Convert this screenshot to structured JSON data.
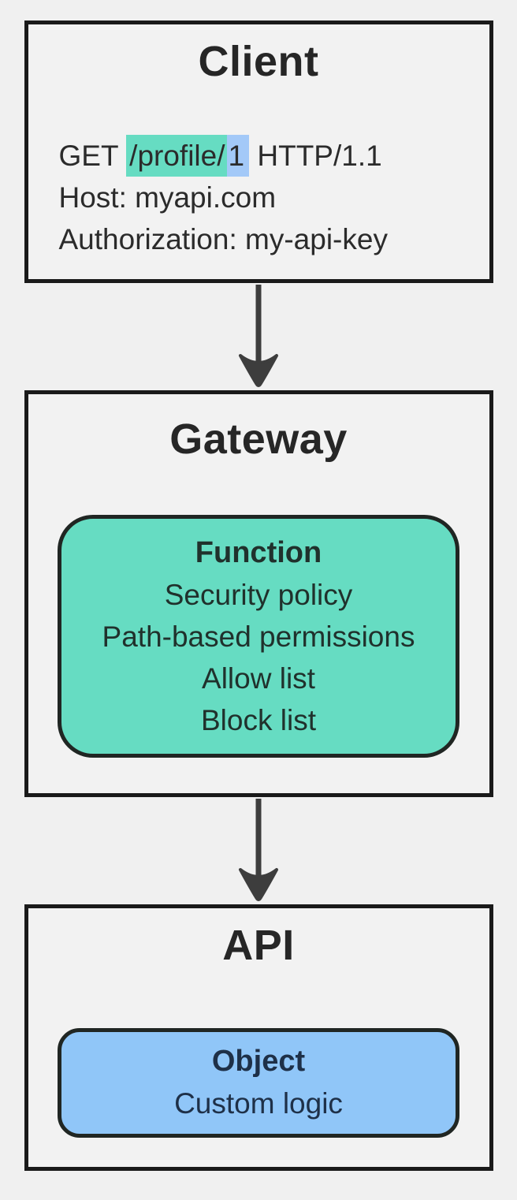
{
  "diagram": {
    "type": "flow",
    "direction": "top-down",
    "flow_order": [
      "Client",
      "Gateway",
      "API"
    ]
  },
  "client": {
    "title": "Client",
    "request": {
      "method": "GET ",
      "path": "/profile/",
      "resource_id": "1",
      "protocol": " HTTP/1.1"
    },
    "host_line": "Host: myapi.com",
    "authorization_line": "Authorization: my-api-key"
  },
  "gateway": {
    "title": "Gateway",
    "card": {
      "title": "Function",
      "items": [
        "Security policy",
        "Path-based permissions",
        "Allow list",
        "Block list"
      ]
    }
  },
  "api": {
    "title": "API",
    "card": {
      "title": "Object",
      "items": [
        "Custom logic"
      ]
    }
  },
  "colors": {
    "background": "#f0f0f0",
    "node_fill": "#f2f2f2",
    "node_border": "#1a1a1a",
    "teal_highlight": "#66dcc2",
    "blue_highlight": "#a3c9f8",
    "teal_card_fill": "#66dcc2",
    "blue_card_fill": "#90c6f8",
    "arrow": "#3d3d3d",
    "text": "#262626"
  }
}
